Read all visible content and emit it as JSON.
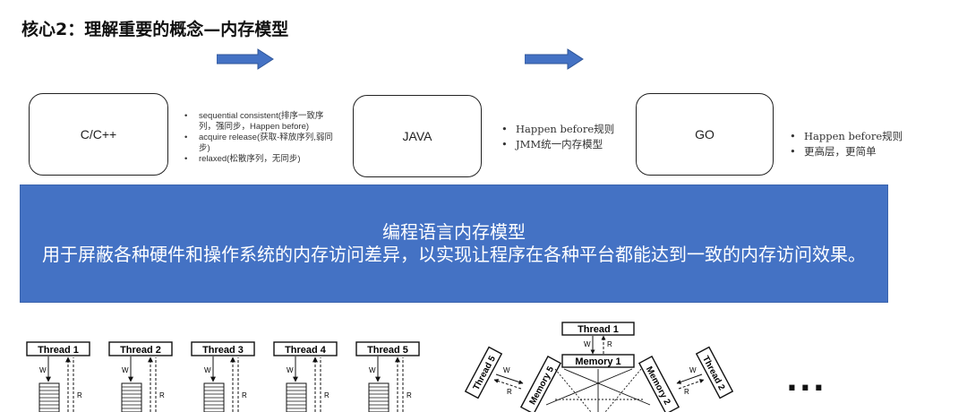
{
  "title": "核心2：理解重要的概念—内存模型",
  "colors": {
    "arrow": "#4472c4",
    "banner": "#4472c4",
    "banner_text": "#ffffff"
  },
  "languages": [
    {
      "name": "C/C++",
      "notes": [
        "sequential consistent(排序一致序列，强同步，Happen before)",
        "acquire release(获取-释放序列,弱同步)",
        "relaxed(松散序列，无同步)"
      ]
    },
    {
      "name": "JAVA",
      "notes": [
        "Happen before规则",
        "JMM统一内存模型"
      ]
    },
    {
      "name": "GO",
      "notes": [
        "Happen before规则",
        "更高层，更简单"
      ]
    }
  ],
  "banner": {
    "heading": "编程语言内存模型",
    "body": "用于屏蔽各种硬件和操作系统的内存访问差异，以实现让程序在各种平台都能达到一致的内存访问效果。"
  },
  "diagram_left": {
    "threads": [
      "Thread 1",
      "Thread 2",
      "Thread 3",
      "Thread 4",
      "Thread 5"
    ],
    "write_label": "W",
    "read_label": "R"
  },
  "diagram_right": {
    "top_thread": "Thread 1",
    "center_memory": "Memory 1",
    "side_threads": [
      "Thread 5",
      "Thread 2"
    ],
    "side_memories": [
      "Memory 5",
      "Memory 2"
    ],
    "write_label": "W",
    "read_label": "R"
  },
  "ellipsis": "..."
}
